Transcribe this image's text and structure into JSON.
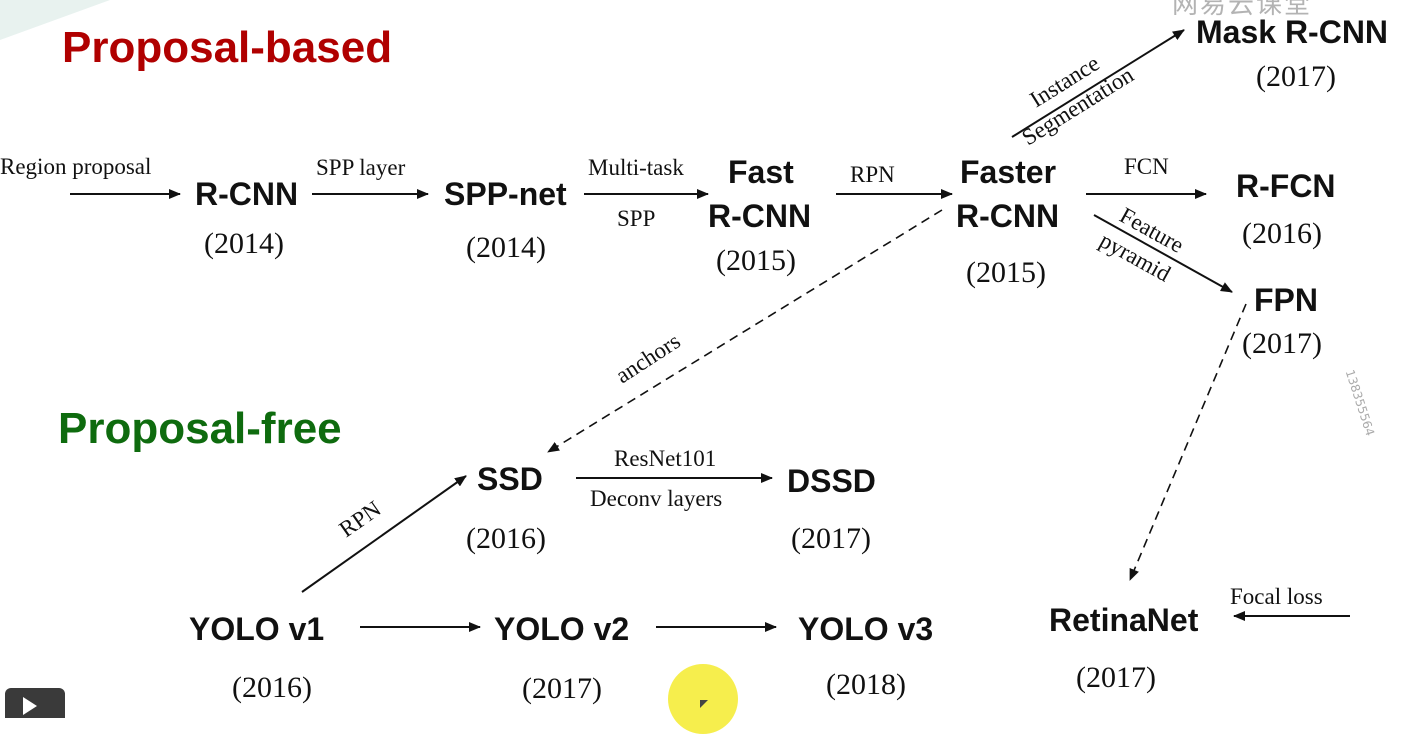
{
  "sections": {
    "proposal_based": {
      "label": "Proposal-based",
      "color": "#b00000"
    },
    "proposal_free": {
      "label": "Proposal-free",
      "color": "#0e6b0e"
    }
  },
  "nodes": {
    "rcnn": {
      "name": "R-CNN",
      "year": "(2014)"
    },
    "sppnet": {
      "name": "SPP-net",
      "year": "(2014)"
    },
    "fast_rcnn": {
      "name_line1": "Fast",
      "name_line2": "R-CNN",
      "year": "(2015)"
    },
    "faster_rcnn": {
      "name_line1": "Faster",
      "name_line2": "R-CNN",
      "year": "(2015)"
    },
    "mask_rcnn": {
      "name": "Mask R-CNN",
      "year": "(2017)"
    },
    "rfcn": {
      "name": "R-FCN",
      "year": "(2016)"
    },
    "fpn": {
      "name": "FPN",
      "year": "(2017)"
    },
    "ssd": {
      "name": "SSD",
      "year": "(2016)"
    },
    "dssd": {
      "name": "DSSD",
      "year": "(2017)"
    },
    "yolo_v1": {
      "name": "YOLO v1",
      "year": "(2016)"
    },
    "yolo_v2": {
      "name": "YOLO v2",
      "year": "(2017)"
    },
    "yolo_v3": {
      "name": "YOLO v3",
      "year": "(2018)"
    },
    "retinanet": {
      "name": "RetinaNet",
      "year": "(2017)"
    }
  },
  "edges": {
    "region_proposal": "Region proposal",
    "spp_layer": "SPP layer",
    "multi_task": "Multi-task",
    "spp": "SPP",
    "rpn_top": "RPN",
    "instance": "Instance",
    "segmentation": "Segmentation",
    "fcn": "FCN",
    "feature": "Feature",
    "pyramid": "pyramid",
    "anchors": "anchors",
    "rpn_bottom": "RPN",
    "resnet101": "ResNet101",
    "deconv_layers": "Deconv layers",
    "focal_loss": "Focal loss"
  },
  "overlay": {
    "logo_text": "网易云课堂",
    "watermark_text": "138355564"
  }
}
